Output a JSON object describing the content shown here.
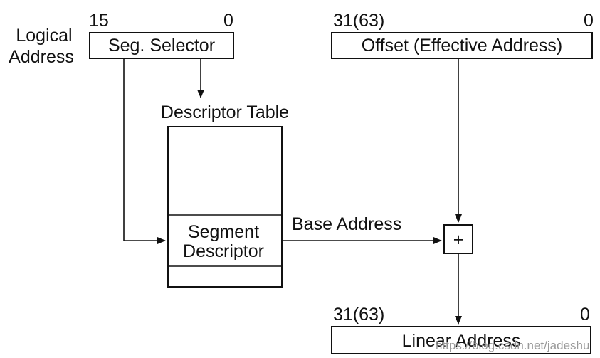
{
  "logical_address": {
    "label_line1": "Logical",
    "label_line2": "Address",
    "selector_high_bit": "15",
    "selector_low_bit": "0",
    "selector_label": "Seg. Selector",
    "offset_high_bit": "31(63)",
    "offset_low_bit": "0",
    "offset_label": "Offset (Effective Address)"
  },
  "descriptor_table": {
    "title": "Descriptor Table",
    "segment_descriptor_line1": "Segment",
    "segment_descriptor_line2": "Descriptor"
  },
  "base_address_label": "Base Address",
  "adder_symbol": "+",
  "linear_address": {
    "high_bit": "31(63)",
    "low_bit": "0",
    "label": "Linear Address"
  },
  "watermark": "https://blog.csdn.net/jadeshu"
}
